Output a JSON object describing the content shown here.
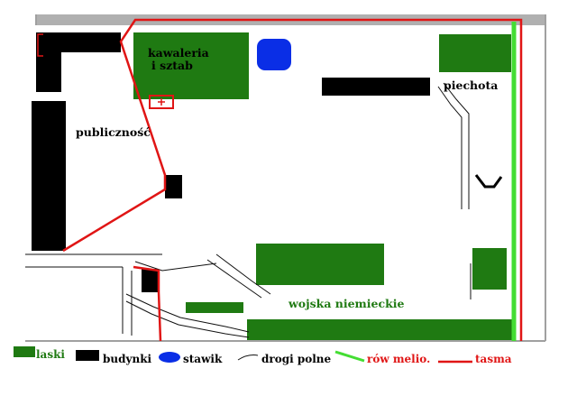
{
  "colors": {
    "forest": "#1f7a12",
    "building": "#000000",
    "pond": "#0a2ee6",
    "drainage_ditch": "#44dd33",
    "tape": "#e01515",
    "dirt_road": "#111111",
    "frame": "#a0a0a0"
  },
  "labels": {
    "cavalry": "kawaleria",
    "staff": "i sztab",
    "audience": "publiczność",
    "infantry": "piechota",
    "german_troops": "wojska niemieckie"
  },
  "legend": {
    "forests": "laski",
    "buildings": "budynki",
    "pond": "stawik",
    "dirt_roads": "drogi polne",
    "ditch": "rów melio.",
    "tape": "tasma"
  }
}
